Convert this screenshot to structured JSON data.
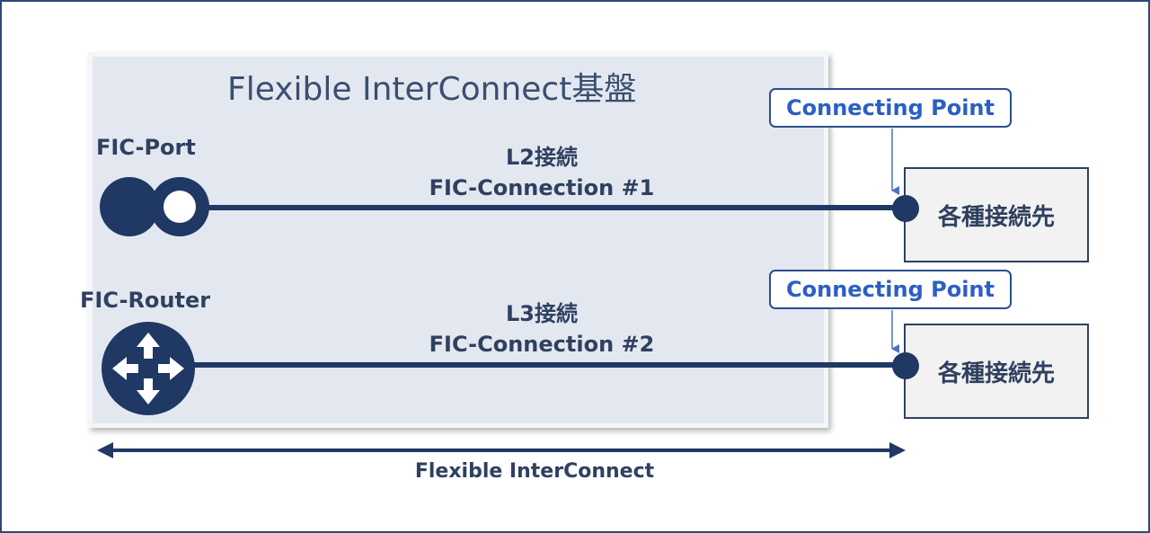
{
  "platform": {
    "title": "Flexible InterConnect基盤"
  },
  "nodes": {
    "port_label": "FIC-Port",
    "router_label": "FIC-Router"
  },
  "connections": [
    {
      "type": "L2接続",
      "name": "FIC-Connection  #1"
    },
    {
      "type": "L3接続",
      "name": "FIC-Connection  #2"
    }
  ],
  "connecting_point": {
    "label": "Connecting Point"
  },
  "destination": {
    "label": "各種接続先"
  },
  "footer": {
    "label": "Flexible InterConnect"
  },
  "colors": {
    "navy": "#1f3864",
    "text": "#2f4060",
    "accent_blue": "#2b5fc4",
    "platform_bg": "#e3e8f0"
  }
}
